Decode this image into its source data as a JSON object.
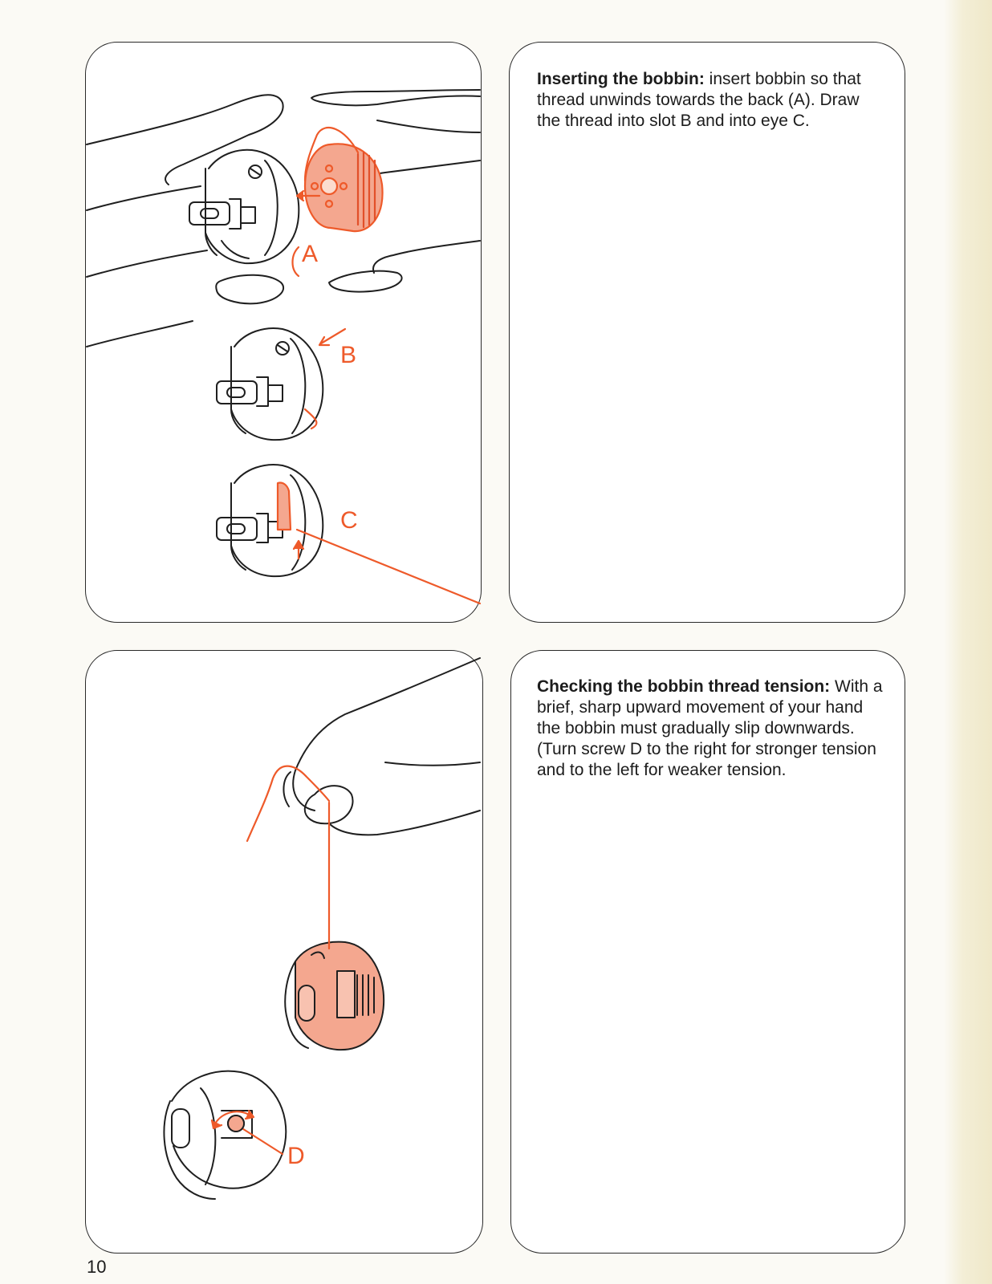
{
  "page_number": "10",
  "sections": [
    {
      "heading": "Inserting the bobbin:",
      "body": " insert bobbin so that thread unwinds towards the back (A). Draw the thread into slot B and into eye C.",
      "labels": [
        "A",
        "B",
        "C"
      ]
    },
    {
      "heading": "Checking the bobbin thread tension:",
      "body": " With a brief, sharp upward movement of your hand the bobbin must gradually slip downwards. (Turn screw D to the right for stronger tension and to the left for weaker tension.",
      "labels": [
        "D"
      ]
    }
  ],
  "colors": {
    "accent": "#ee5a2a",
    "bobbin_fill": "#f4a78f",
    "line": "#1f1f1f",
    "paper": "#fbfaf5"
  }
}
